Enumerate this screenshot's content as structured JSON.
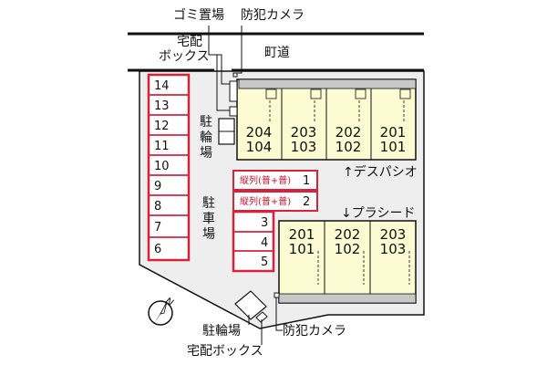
{
  "colors": {
    "parking_border": "#d8223c",
    "parking_fill": "#ffffff",
    "site_fill": "#eeeeee",
    "building_fill": "#fdfbd2",
    "line": "#111111",
    "accent_text": "#c8102e"
  },
  "labels": {
    "garbage": "ゴミ置場",
    "camera_top": "防犯カメラ",
    "delivery_top_1": "宅配",
    "delivery_top_2": "ボックス",
    "road": "町道",
    "bike_left_1": "駐",
    "bike_left_2": "輪",
    "bike_left_3": "場",
    "parking_1": "駐",
    "parking_2": "車",
    "parking_3": "場",
    "building_upper": "↑デスパシオ",
    "building_lower": "↓プラシード",
    "camera_bottom": "防犯カメラ",
    "bike_bottom": "駐輪場",
    "delivery_bottom": "宅配ボックス",
    "compass": "N"
  },
  "left_slots": [
    "14",
    "13",
    "12",
    "11",
    "10",
    "9",
    "8",
    "7",
    "6"
  ],
  "tandem_slots": [
    {
      "label": "縦列(普+普)",
      "number": "1"
    },
    {
      "label": "縦列(普+普)",
      "number": "2"
    }
  ],
  "mid_slots": [
    "3",
    "4",
    "5"
  ],
  "upper_building": [
    {
      "top": "204",
      "bottom": "104"
    },
    {
      "top": "203",
      "bottom": "103"
    },
    {
      "top": "202",
      "bottom": "102"
    },
    {
      "top": "201",
      "bottom": "101"
    }
  ],
  "lower_building": [
    {
      "top": "201",
      "bottom": "101"
    },
    {
      "top": "202",
      "bottom": "102"
    },
    {
      "top": "203",
      "bottom": "103"
    }
  ]
}
